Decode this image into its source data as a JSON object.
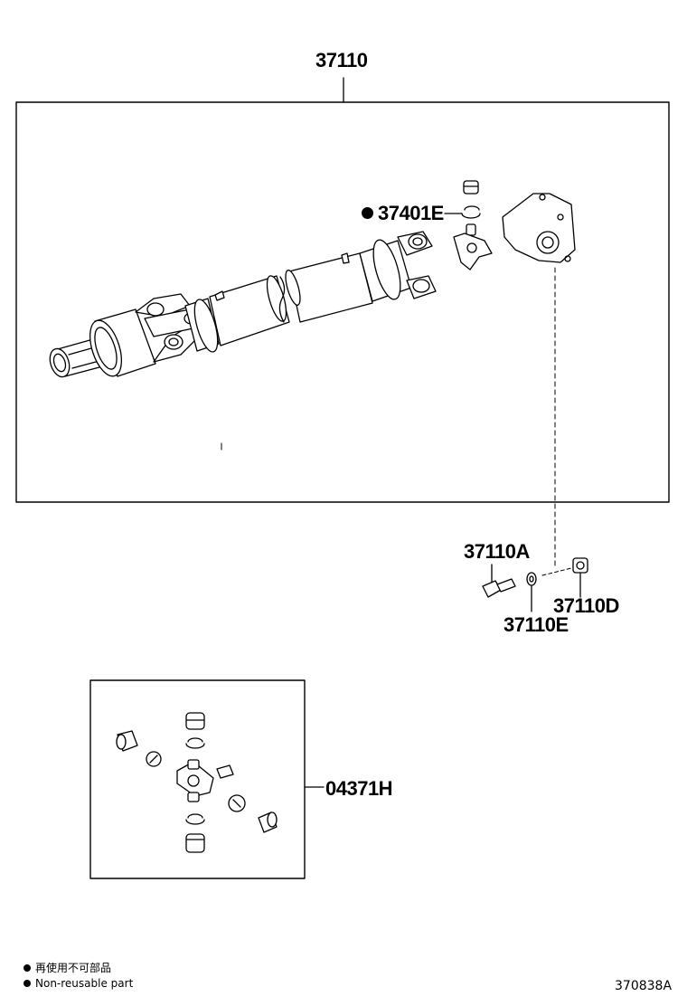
{
  "labels": {
    "main_assembly": "37110",
    "spider_kit": "37401E",
    "bolt": "37110A",
    "washer": "37110E",
    "nut": "37110D",
    "repair_kit": "04371H"
  },
  "footer": {
    "legend_jp": "再使用不可部品",
    "legend_en": "Non-reusable part",
    "diagram_code": "370838A"
  }
}
